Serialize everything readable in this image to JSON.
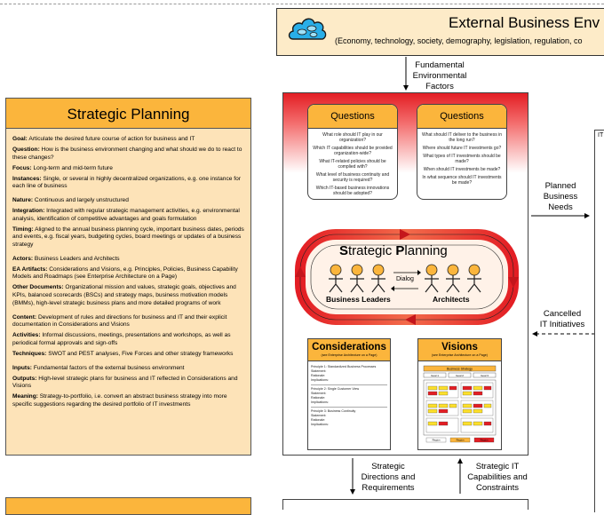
{
  "external": {
    "title": "External Business Env",
    "subtitle": "(Economy, technology, society, demography, legislation, regulation, co"
  },
  "flows": {
    "fundamental": [
      "Fundamental",
      "Environmental",
      "Factors"
    ],
    "planned": [
      "Planned",
      "Business",
      "Needs"
    ],
    "cancelled": [
      "Cancelled",
      "IT Initiatives"
    ],
    "strategic_directions": [
      "Strategic",
      "Directions and",
      "Requirements"
    ],
    "strategic_it": [
      "Strategic IT",
      "Capabilities and",
      "Constraints"
    ]
  },
  "panel": {
    "title": "Strategic Planning",
    "items": [
      {
        "k": "Goal:",
        "v": " Articulate the desired future course of action for business and IT"
      },
      {
        "k": "Question:",
        "v": " How is the business environment changing and what should we do to react to these changes?"
      },
      {
        "k": "Focus:",
        "v": " Long-term and mid-term future"
      },
      {
        "k": "Instances:",
        "v": " Single, or several in highly decentralized organizations, e.g. one instance for each line of business"
      },
      {
        "k": "Nature:",
        "v": " Continuous and largely unstructured",
        "gap": true
      },
      {
        "k": "Integration:",
        "v": " Integrated with regular strategic management activities, e.g. environmental analysis, identification of competitive advantages and goals formulation"
      },
      {
        "k": "Timing:",
        "v": " Aligned to the annual business planning cycle, important business dates, periods and events, e.g. fiscal years, budgeting cycles, board meetings or updates of a business strategy"
      },
      {
        "k": "Actors:",
        "v": " Business Leaders and Architects",
        "gap": true
      },
      {
        "k": "EA Artifacts:",
        "v": " Considerations and Visions, e.g. Principles, Policies, Business Capability Models and Roadmaps (see Enterprise Architecture on a Page)"
      },
      {
        "k": "Other Documents:",
        "v": " Organizational mission and values, strategic goals, objectives and KPIs, balanced scorecards (BSCs) and strategy maps, business motivation models (BMMs), high-level strategic business plans and more detailed programs of work"
      },
      {
        "k": "Content:",
        "v": " Development of rules and directions for business and IT and their explicit documentation in Considerations and Visions",
        "gap": true
      },
      {
        "k": "Activities:",
        "v": " Informal discussions, meetings, presentations and workshops, as well as periodical formal approvals and sign-offs"
      },
      {
        "k": "Techniques:",
        "v": " SWOT and PEST analyses, Five Forces and other strategy frameworks"
      },
      {
        "k": "Inputs:",
        "v": " Fundamental factors of the external business environment",
        "gap": true
      },
      {
        "k": "Outputs:",
        "v": " High-level strategic plans for business and IT reflected in Considerations and Visions"
      },
      {
        "k": "Meaning:",
        "v": " Strategy-to-portfolio, i.e. convert an abstract business strategy into more specific suggestions regarding the desired portfolio of IT investments"
      }
    ]
  },
  "questions_left": {
    "title": "Questions",
    "items": [
      "What role should IT play in our organization?",
      "Which IT capabilities should be provided organization-wide?",
      "What IT-related policies should be complied with?",
      "What level of business continuity and security is required?",
      "Which IT-based business innovations should be adopted?"
    ]
  },
  "questions_right": {
    "title": "Questions",
    "items": [
      "What should IT deliver to the business in the long run?",
      "Where should future IT investments go?",
      "What types of IT investments should be made?",
      "When should IT investments be made?",
      "In what sequence should IT investments be made?"
    ]
  },
  "center": {
    "title_prefix": "S",
    "title_rest": "trategic ",
    "title_p": "P",
    "title_end": "lanning",
    "business_leaders": "Business Leaders",
    "architects": "Architects",
    "dialog": "Dialog"
  },
  "considerations": {
    "title": "Considerations",
    "sub": "(see Enterprise Architecture on a Page)",
    "principles": [
      "Principle 1: Standardized Business Processes",
      "Principle 2: Single Customer View",
      "Principle 3: Business Continuity"
    ],
    "fields": [
      "Statement:",
      "Rationale:",
      "Implications:"
    ]
  },
  "visions": {
    "title": "Visions",
    "sub": "(see Enterprise Architecture on a Page)",
    "strategy": "Business Strategy",
    "goals": [
      "Goal 1",
      "Goal 2",
      "Goal 3"
    ],
    "bottom": [
      "Region",
      "Region",
      "Region"
    ]
  },
  "right_edge": {
    "text": "IT"
  }
}
